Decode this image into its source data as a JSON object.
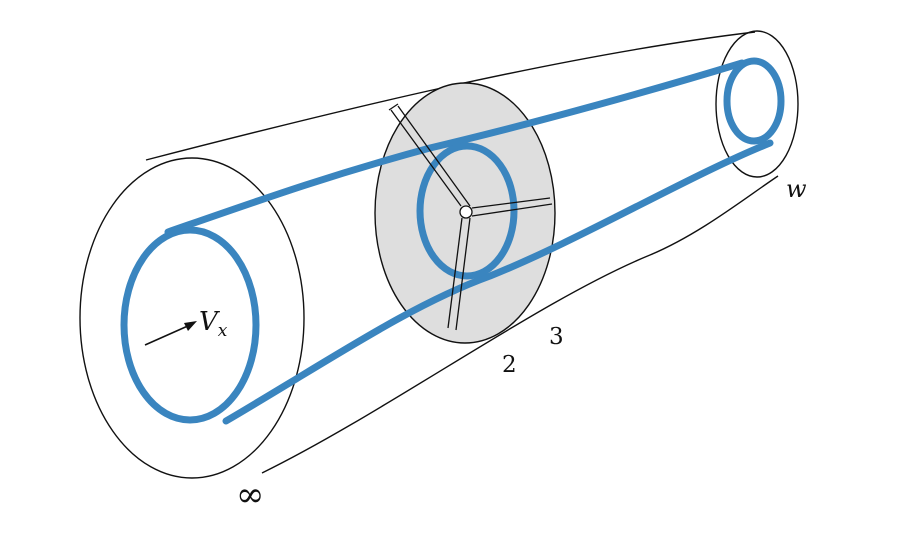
{
  "labels": {
    "velocity_main": "V",
    "velocity_sub": "x",
    "upstream": "∞",
    "rotor_front": "2",
    "rotor_back": "3",
    "wake": "w"
  },
  "colors": {
    "background": "#ffffff",
    "outline": "#111111",
    "streamtube": "#3a85bf",
    "rotor_disk": "#dedede"
  }
}
